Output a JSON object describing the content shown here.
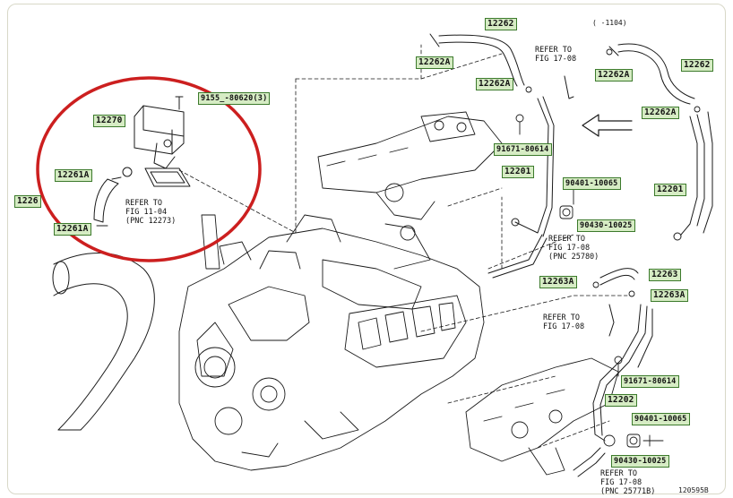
{
  "part_labels": {
    "p12262_top": "12262",
    "p12262a_top": "12262A",
    "p12262_right": "12262",
    "p12262a_right1": "12262A",
    "p12262a_right2": "12262A",
    "p12262a_mid": "12262A",
    "p12270": "12270",
    "p12261a_1": "12261A",
    "p12261_left": "1226",
    "p12261a_2": "12261A",
    "p12201_mid": "12201",
    "p12201_right": "12201",
    "p12263": "12263",
    "p12263a_left": "12263A",
    "p12263a_right": "12263A",
    "p12202": "12202",
    "bolt_91552": "9155_-80620(3)",
    "bolt_91671_top": "91671-80614",
    "bolt_91671_bottom": "91671-80614",
    "p90401_top": "90401-10065",
    "p90430_top": "90430-10025",
    "p90401_bottom": "90401-10065",
    "p90430_bottom": "90430-10025"
  },
  "reference_notes": {
    "ref_fig17_top": [
      "REFER TO",
      "FIG 17-08"
    ],
    "ref_fig11": [
      "REFER TO",
      "FIG 11-04",
      "(PNC 12273)"
    ],
    "ref_fig17_pnc25780": [
      "REFER TO",
      "FIG 17-08",
      "(PNC 25780)"
    ],
    "ref_fig17_mid": [
      "REFER TO",
      "FIG 17-08"
    ],
    "ref_fig17_pnc25771b": [
      "REFER TO",
      "FIG 17-08",
      "(PNC 25771B)"
    ]
  },
  "variant_note": "(      -1104)",
  "diagram_id": "120595B",
  "colors": {
    "highlight_circle": "#cc1f1f",
    "label_fill": "#d6ecc4",
    "label_border": "#3c7a2c",
    "line_art": "#1a1a1a"
  }
}
